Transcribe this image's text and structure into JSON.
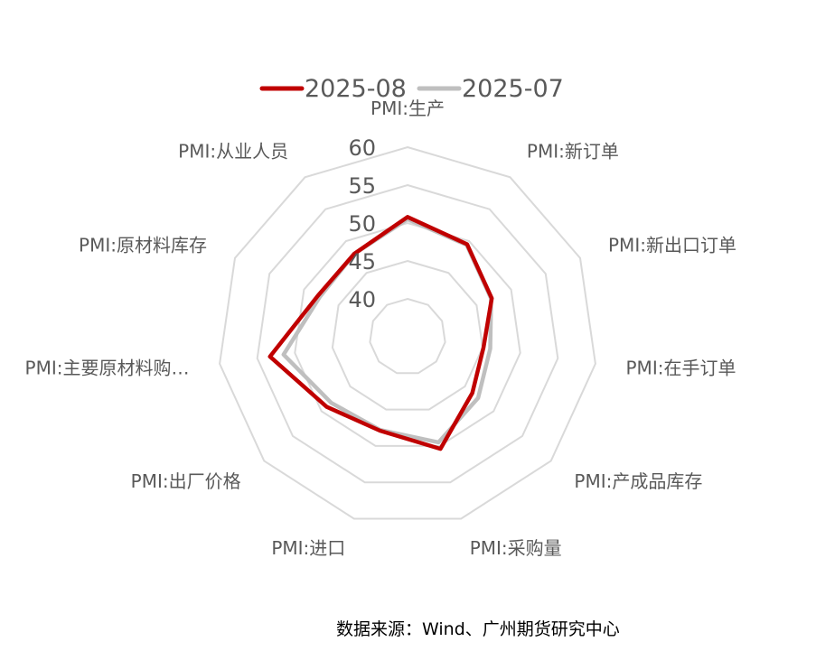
{
  "chart_data": {
    "type": "radar",
    "categories": [
      "PMI:生产",
      "PMI:新订单",
      "PMI:新出口订单",
      "PMI:在手订单",
      "PMI:产成品库存",
      "PMI:采购量",
      "PMI:进口",
      "PMI:出厂价格",
      "PMI:主要原材料购…",
      "PMI:原材料库存",
      "PMI:从业人员"
    ],
    "series": [
      {
        "name": "2025-08",
        "color": "#C00000",
        "values": [
          50.8,
          49.5,
          47.2,
          45.1,
          46.3,
          50.4,
          47.9,
          49.1,
          53.3,
          48.0,
          48.0
        ]
      },
      {
        "name": "2025-07",
        "color": "#BFBFBF",
        "values": [
          50.5,
          49.4,
          47.1,
          46.0,
          47.3,
          49.5,
          47.8,
          48.3,
          51.5,
          47.7,
          48.0
        ]
      }
    ],
    "radial_ticks": [
      "60",
      "55",
      "50",
      "45",
      "40"
    ],
    "rlim": [
      35,
      60
    ],
    "legend_position": "top",
    "grid": true,
    "source": "数据来源：Wind、广州期货研究中心"
  }
}
